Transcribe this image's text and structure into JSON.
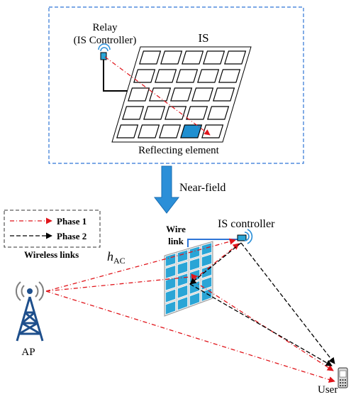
{
  "top_panel": {
    "relay_label_1": "Relay",
    "relay_label_2": "(IS Controller)",
    "is_label": "IS",
    "reflecting_label": "Reflecting element"
  },
  "transition": {
    "near_field_label": "Near-field"
  },
  "legend": {
    "phase1": "Phase 1",
    "phase2": "Phase 2",
    "title": "Wireless links"
  },
  "bottom": {
    "wire_link_1": "Wire",
    "wire_link_2": "link",
    "is_controller_label": "IS controller",
    "h_main": "h",
    "h_sub": "AC",
    "ap_label": "AP",
    "user_label": "User"
  },
  "colors": {
    "panel_border": "#2e75d6",
    "arrow_fill": "#2b8fd8",
    "phase1": "#e0151b",
    "phase2": "#000000",
    "surface_element": "#2aa5d6",
    "surface_element_highlight": "#1f8fd0",
    "ap_tower": "#1e4f8c"
  },
  "icons": [
    "wifi-icon",
    "tower-icon",
    "phone-icon",
    "controller-icon"
  ]
}
